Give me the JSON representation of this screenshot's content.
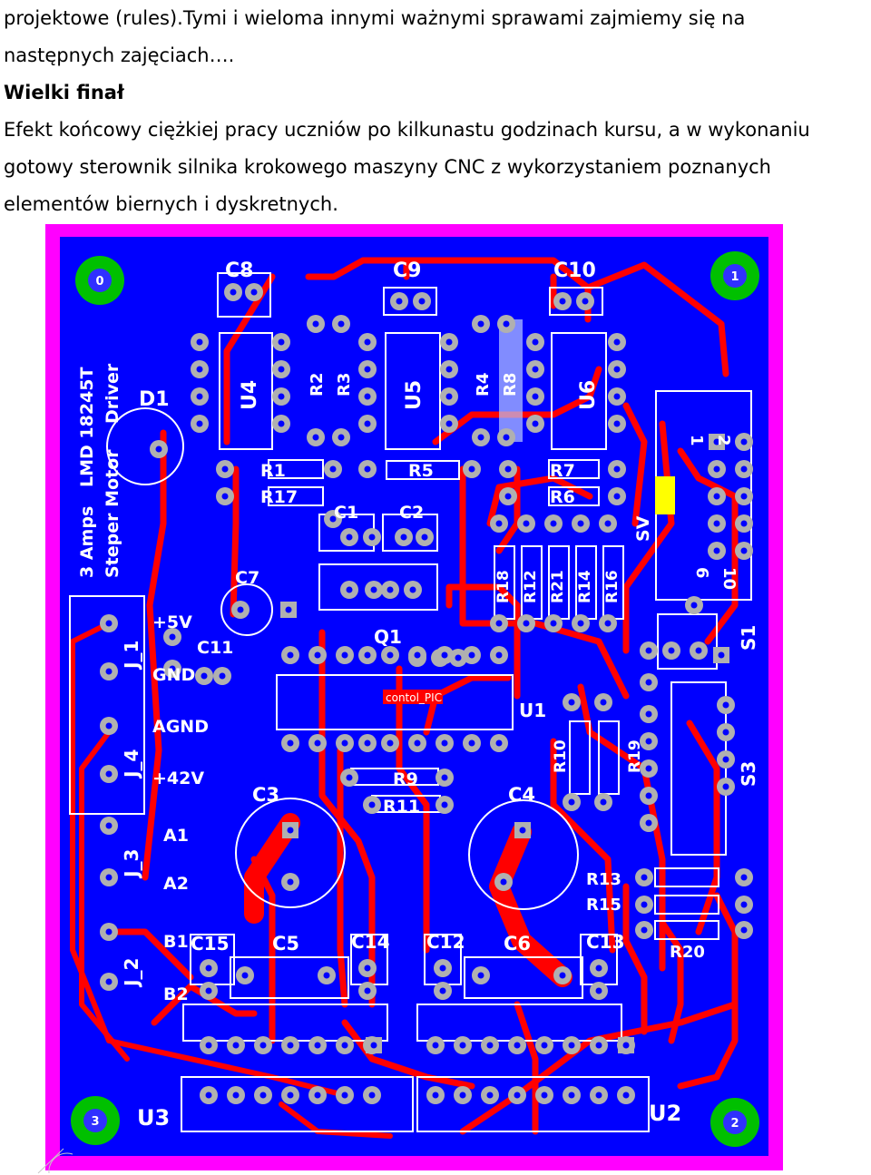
{
  "text": {
    "line1": "projektowe (rules).Tymi i wieloma innymi ważnymi sprawami zajmiemy się na",
    "line2": "następnych zajęciach….",
    "heading": "Wielki finał",
    "para1": "Efekt końcowy ciężkiej pracy uczniów po kilkunastu godzinach kursu, a w wykonaniu",
    "para2": "gotowy sterownik silnika krokowego maszyny CNC z wykorzystaniem poznanych",
    "para3": "elementów biernych i dyskretnych."
  },
  "pcb": {
    "colors": {
      "board": "#0000ff",
      "border": "#ff00ff",
      "trace": "#ff0000",
      "silk": "#ffffff",
      "pad": "#b0b0b0",
      "mount_hole": "#00c000"
    },
    "mount_holes": [
      "0",
      "1",
      "2",
      "3"
    ],
    "side_text": [
      "LMD 18245T",
      "3 Amps Steper Motor Driver"
    ],
    "connector_labels": [
      "+5V",
      "GND",
      "AGND",
      "+42V",
      "A1",
      "A2",
      "B1",
      "B2",
      "J_1",
      "J_4",
      "J_3",
      "J_2"
    ],
    "designators": {
      "C8": "C8",
      "C9": "C9",
      "C10": "C10",
      "U4": "U4",
      "R2": "R2",
      "R3": "R3",
      "U5": "U5",
      "R4": "R4",
      "R8": "R8",
      "U6": "U6",
      "D1": "D1",
      "R1": "R1",
      "R17": "R17",
      "R5": "R5",
      "R7": "R7",
      "R6": "R6",
      "C1": "C1",
      "C2": "C2",
      "SV": "SV",
      "R18": "R18",
      "R12": "R12",
      "R21": "R21",
      "R14": "R14",
      "R16": "R16",
      "C7": "C7",
      "C11": "C11",
      "Q1": "Q1",
      "PIC": "contol_PIC",
      "U1": "U1",
      "S1": "S1",
      "S3": "S3",
      "R10": "R10",
      "R19": "R19",
      "R9": "R9",
      "R11": "R11",
      "C3": "C3",
      "C4": "C4",
      "R13": "R13",
      "R15": "R15",
      "R20": "R20",
      "C15": "C15",
      "C5": "C5",
      "C14": "C14",
      "C12": "C12",
      "C6": "C6",
      "C13": "C13",
      "U3": "U3",
      "U2": "U2",
      "SV_pins": [
        "2",
        "1",
        "6",
        "10"
      ]
    }
  }
}
